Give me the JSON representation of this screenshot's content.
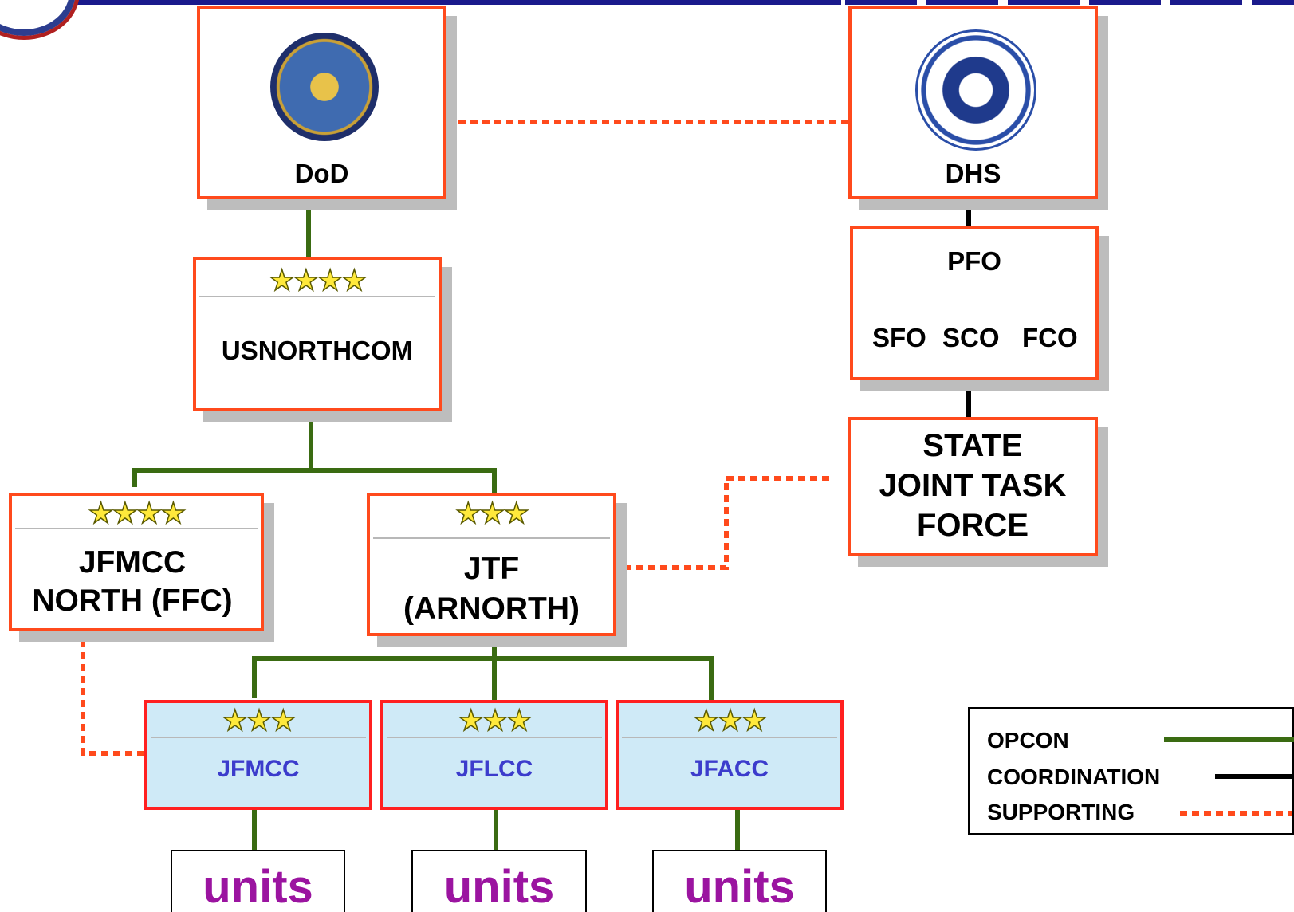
{
  "org": {
    "dod": {
      "label": "DoD",
      "seal": "department-of-defense-seal"
    },
    "dhs": {
      "label": "DHS",
      "seal": "department-of-homeland-security-seal"
    },
    "usnorthcom": {
      "stars": "★★★★",
      "label": "USNORTHCOM"
    },
    "pfo": {
      "title": "PFO",
      "sub": [
        "SFO",
        "SCO",
        "FCO"
      ]
    },
    "state_jtf": {
      "line1": "STATE",
      "line2": "JOINT TASK",
      "line3": "FORCE"
    },
    "jfmcc_north": {
      "stars": "★★★★",
      "line1": "JFMCC",
      "line2": "NORTH (FFC)"
    },
    "jtf": {
      "stars": "★★★",
      "line1": "JTF",
      "line2": "(ARNORTH)"
    },
    "components": [
      {
        "stars": "★★★",
        "label": "JFMCC"
      },
      {
        "stars": "★★★",
        "label": "JFLCC"
      },
      {
        "stars": "★★★",
        "label": "JFACC"
      }
    ],
    "units": [
      "units",
      "units",
      "units"
    ]
  },
  "legend": {
    "opcon": "OPCON",
    "coordination": "COORDINATION",
    "supporting": "SUPPORTING"
  },
  "colors": {
    "opcon": "#3a6b12",
    "coordination": "#000000",
    "supporting": "#ff4a1c",
    "box_border": "#ff4a1c",
    "component_fill": "#cfeaf7",
    "units_text": "#9b14a0"
  }
}
